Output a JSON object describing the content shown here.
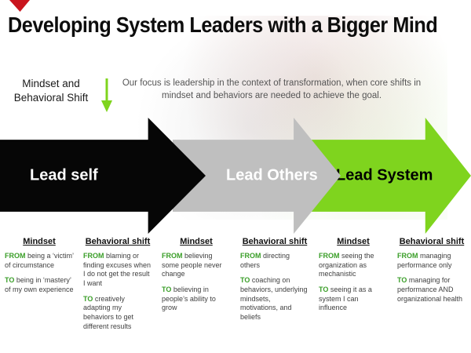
{
  "title": "Developing System Leaders with a Bigger Mind",
  "intro": {
    "label": "Mindset and Behavioral Shift",
    "body": "Our focus is leadership in the context of transformation, when core shifts in mindset and behaviors are needed to achieve the goal."
  },
  "arrows": [
    {
      "label": "Lead self",
      "bg": "#060606",
      "text_color": "#ffffff"
    },
    {
      "label": "Lead Others",
      "bg": "#bfbfbf",
      "text_color": "#ffffff"
    },
    {
      "label": "Lead System",
      "bg": "#7fd41e",
      "text_color": "#000000"
    }
  ],
  "columns": [
    {
      "header": "Mindset",
      "from_label": "FROM",
      "from_text": "being a ‘victim’ of circumstance",
      "to_label": "TO",
      "to_text": "being in ‘mastery’ of my own experience"
    },
    {
      "header": "Behavioral shift",
      "from_label": "FROM",
      "from_text": "blaming or finding excuses when I do not get the result I want",
      "to_label": "TO",
      "to_text": "creatively adapting my behaviors to get different results"
    },
    {
      "header": "Mindset",
      "from_label": "FROM",
      "from_text": "believing some people never change",
      "to_label": "TO",
      "to_text": "believing in people’s ability to grow"
    },
    {
      "header": "Behavioral shift",
      "from_label": "FROM",
      "from_text": "directing others",
      "to_label": "TO",
      "to_text": "coaching on behaviors, underlying mindsets, motivations, and beliefs"
    },
    {
      "header": "Mindset",
      "from_label": "FROM",
      "from_text": "seeing the organization as mechanistic",
      "to_label": "TO",
      "to_text": "seeing it as a system I can influence"
    },
    {
      "header": "Behavioral shift",
      "from_label": "FROM",
      "from_text": "managing performance only",
      "to_label": "TO",
      "to_text": "managing for performance AND organizational health"
    }
  ],
  "colors": {
    "accent_green": "#7fd41e",
    "keyword_green": "#3a9e28",
    "arrow_gray": "#bfbfbf",
    "arrow_black": "#060606",
    "logo_red": "#c9151e"
  }
}
